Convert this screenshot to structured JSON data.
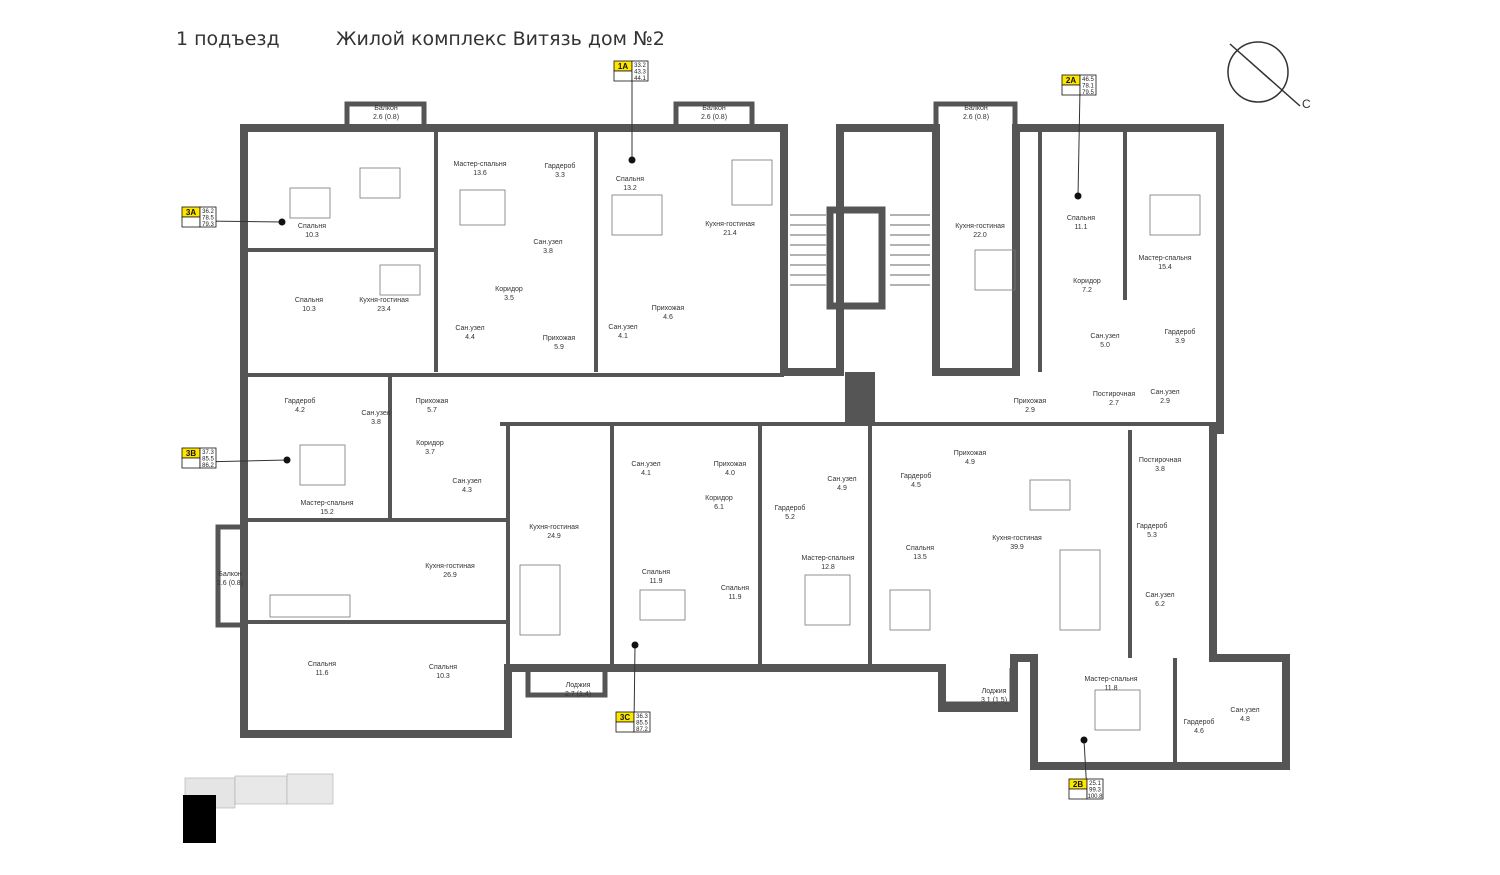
{
  "header": {
    "entrance": "1 подъезд",
    "complex": "Жилой комплекс Витязь дом №2"
  },
  "compass": {
    "icon": "compass-north-icon",
    "label": "С"
  },
  "colors": {
    "wall": "#555555",
    "tag": "#ffe600",
    "line": "#333333",
    "mini": "#e3e3e3"
  },
  "rooms": [
    {
      "name": "Балкон",
      "area": "2.6 (0.8)"
    },
    {
      "name": "Балкон",
      "area": "2.6 (0.8)"
    },
    {
      "name": "Балкон",
      "area": "2.6 (0.8)"
    },
    {
      "name": "Спальня",
      "area": "10.3"
    },
    {
      "name": "Мастер-спальня",
      "area": "13.6"
    },
    {
      "name": "Гардероб",
      "area": "3.3"
    },
    {
      "name": "Спальня",
      "area": "13.2"
    },
    {
      "name": "Кухня-гостиная",
      "area": "21.4"
    },
    {
      "name": "Кухня-гостиная",
      "area": "22.0"
    },
    {
      "name": "Спальня",
      "area": "11.1"
    },
    {
      "name": "Мастер-спальня",
      "area": "15.4"
    },
    {
      "name": "Сан.узел",
      "area": "3.8"
    },
    {
      "name": "Спальня",
      "area": "10.3"
    },
    {
      "name": "Кухня-гостиная",
      "area": "23.4"
    },
    {
      "name": "Коридор",
      "area": "3.5"
    },
    {
      "name": "Прихожая",
      "area": "4.6"
    },
    {
      "name": "Коридор",
      "area": "7.2"
    },
    {
      "name": "Сан.узел",
      "area": "4.4"
    },
    {
      "name": "Прихожая",
      "area": "5.9"
    },
    {
      "name": "Сан.узел",
      "area": "4.1"
    },
    {
      "name": "Сан.узел",
      "area": "5.0"
    },
    {
      "name": "Гардероб",
      "area": "3.9"
    },
    {
      "name": "Гардероб",
      "area": "4.2"
    },
    {
      "name": "Сан.узел",
      "area": "3.8"
    },
    {
      "name": "Прихожая",
      "area": "5.7"
    },
    {
      "name": "Постирочная",
      "area": "2.7"
    },
    {
      "name": "Сан.узел",
      "area": "2.9"
    },
    {
      "name": "Прихожая",
      "area": "2.9"
    },
    {
      "name": "Коридор",
      "area": "3.7"
    },
    {
      "name": "Сан.узел",
      "area": "4.1"
    },
    {
      "name": "Прихожая",
      "area": "4.0"
    },
    {
      "name": "Сан.узел",
      "area": "4.9"
    },
    {
      "name": "Гардероб",
      "area": "4.5"
    },
    {
      "name": "Прихожая",
      "area": "4.9"
    },
    {
      "name": "Постирочная",
      "area": "3.8"
    },
    {
      "name": "Сан.узел",
      "area": "4.3"
    },
    {
      "name": "Мастер-спальня",
      "area": "15.2"
    },
    {
      "name": "Коридор",
      "area": "6.1"
    },
    {
      "name": "Гардероб",
      "area": "5.2"
    },
    {
      "name": "Гардероб",
      "area": "5.3"
    },
    {
      "name": "Кухня-гостиная",
      "area": "24.9"
    },
    {
      "name": "Кухня-гостиная",
      "area": "26.9"
    },
    {
      "name": "Спальня",
      "area": "11.9"
    },
    {
      "name": "Спальня",
      "area": "11.9"
    },
    {
      "name": "Мастер-спальня",
      "area": "12.8"
    },
    {
      "name": "Спальня",
      "area": "13.5"
    },
    {
      "name": "Кухня-гостиная",
      "area": "39.9"
    },
    {
      "name": "Сан.узел",
      "area": "6.2"
    },
    {
      "name": "Балкон",
      "area": "2.6 (0.8)"
    },
    {
      "name": "Спальня",
      "area": "11.6"
    },
    {
      "name": "Спальня",
      "area": "10.3"
    },
    {
      "name": "Лоджия",
      "area": "2.7 (1.4)"
    },
    {
      "name": "Лоджия",
      "area": "3.1 (1.5)"
    },
    {
      "name": "Мастер-спальня",
      "area": "11.8"
    },
    {
      "name": "Сан.узел",
      "area": "4.8"
    },
    {
      "name": "Гардероб",
      "area": "4.6"
    }
  ],
  "apartments": [
    {
      "id": "1A",
      "values": [
        "33.2",
        "43.3",
        "44.1"
      ]
    },
    {
      "id": "2A",
      "values": [
        "46.5",
        "78.1",
        "79.5"
      ]
    },
    {
      "id": "3A",
      "values": [
        "36.2",
        "78.5",
        "79.3"
      ]
    },
    {
      "id": "3B",
      "values": [
        "37.3",
        "85.5",
        "86.2"
      ]
    },
    {
      "id": "3C",
      "values": [
        "36.3",
        "85.5",
        "87.2"
      ]
    },
    {
      "id": "2B",
      "values": [
        "25.1",
        "99.3",
        "100.8"
      ]
    }
  ],
  "keyplan": {
    "icon": "building-key-plan-icon"
  }
}
